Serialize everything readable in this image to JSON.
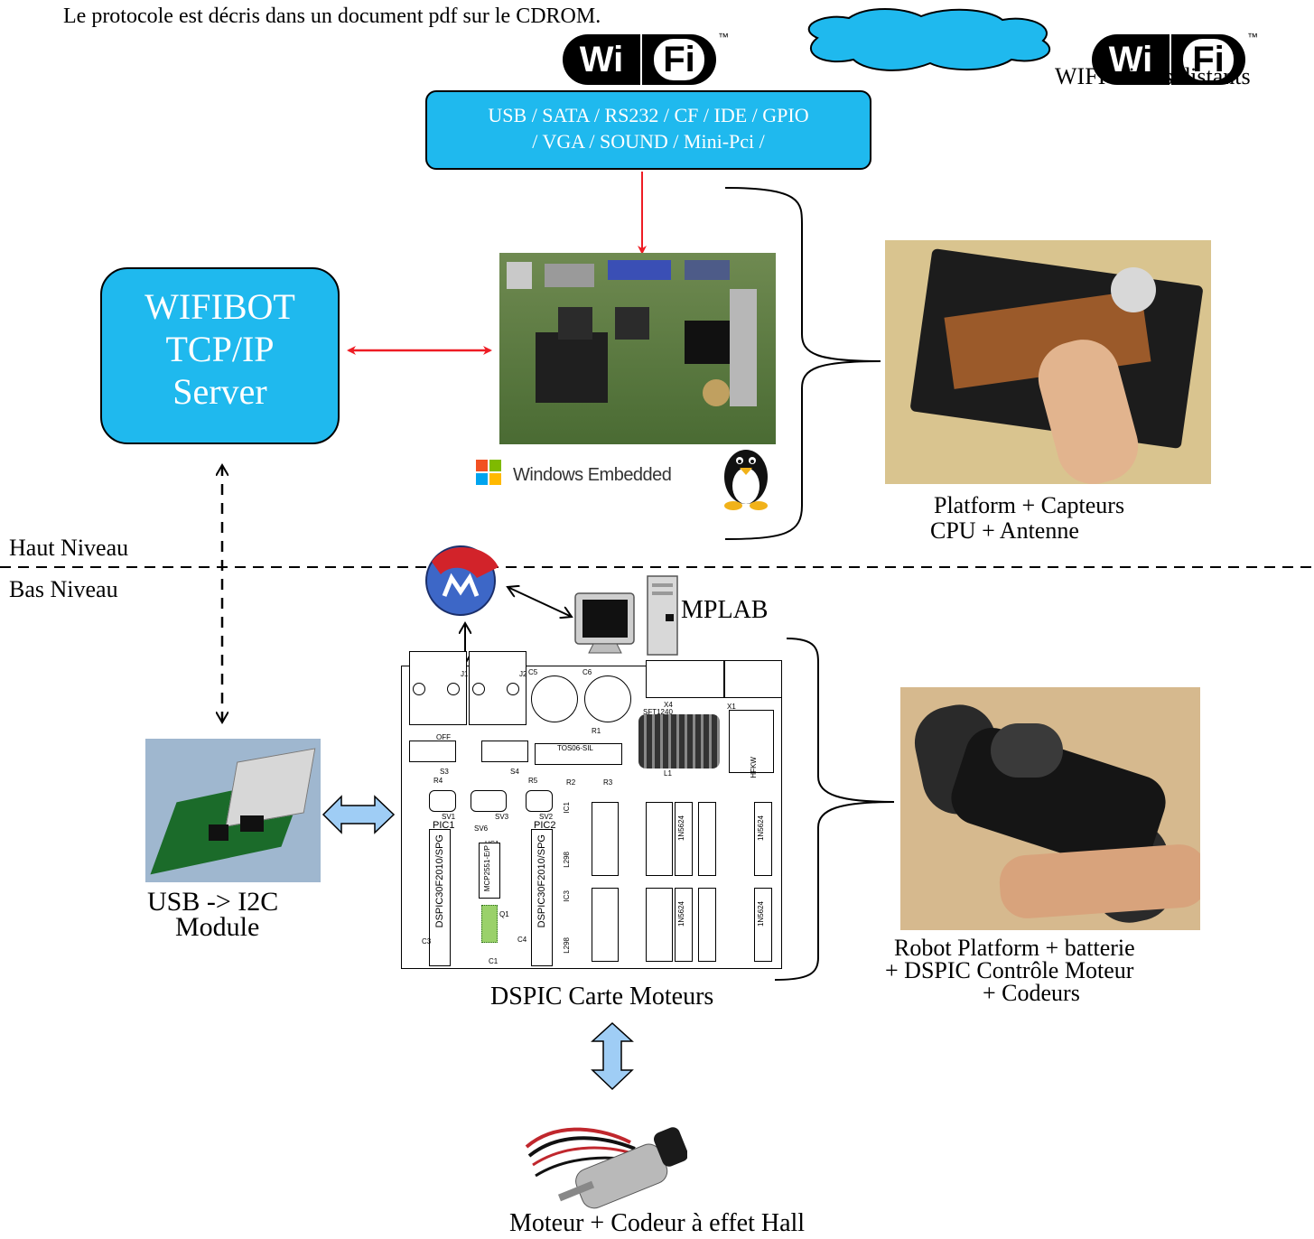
{
  "header": {
    "protocol_note": "Le protocole est décris dans un document pdf sur le CDROM."
  },
  "wifi_logo": {
    "wi": "Wi",
    "fi": "Fi",
    "tm": "™"
  },
  "cloud": {
    "remote_label": "WIFI clients distants"
  },
  "interfaces_box": {
    "line1": "USB / SATA / RS232 / CF / IDE / GPIO",
    "line2": "/ VGA / SOUND / Mini-Pci /"
  },
  "server_box": {
    "line1": "WIFIBOT",
    "line2": "TCP/IP",
    "line3": "Server"
  },
  "os": {
    "windows": "Windows Embedded"
  },
  "platform": {
    "line1": "Platform + Capteurs",
    "line2": "CPU + Antenne"
  },
  "levels": {
    "high": "Haut Niveau",
    "low": "Bas Niveau"
  },
  "mplab": {
    "label": "MPLAB"
  },
  "usb_module": {
    "line1": "USB -> I2C",
    "line2": "Module"
  },
  "motor_board": {
    "caption": "DSPIC Carte Moteurs",
    "pic1_label": "PIC1",
    "pic2_label": "PIC2",
    "pic1_part": "DSPIC30F2010/SPG",
    "pic2_part": "DSPIC30F2010/SPG",
    "tos_label": "TOS06-SIL",
    "sft_label": "SFT1240",
    "hfkw_label": "HFKW",
    "driver_label": "L298",
    "diode_label": "1N5624",
    "can_label": "MCP2551-E/P",
    "refs": [
      "J1",
      "J2",
      "C6",
      "C5",
      "X4",
      "X1",
      "R1",
      "R2",
      "R3",
      "S3",
      "S4",
      "R4",
      "R5",
      "SV1",
      "SV2",
      "SV3",
      "SV6",
      "US1",
      "IC1",
      "IC3",
      "C3",
      "C4",
      "C1",
      "Q1",
      "L1",
      "OFF"
    ]
  },
  "robot": {
    "line1": "Robot Platform + batterie",
    "line2": "+ DSPIC Contrôle Moteur",
    "line3": "+ Codeurs"
  },
  "motor": {
    "caption": "Moteur + Codeur à effet Hall"
  },
  "colors": {
    "box_fill": "#1fb9ee",
    "arrow_red": "#ee1c24",
    "arrow_blue": "#9fcdf5"
  },
  "icons": [
    "wifi-logo",
    "cloud-icon",
    "tux-penguin-icon",
    "windows-flag-icon",
    "microchip-logo-icon",
    "computer-icon"
  ]
}
